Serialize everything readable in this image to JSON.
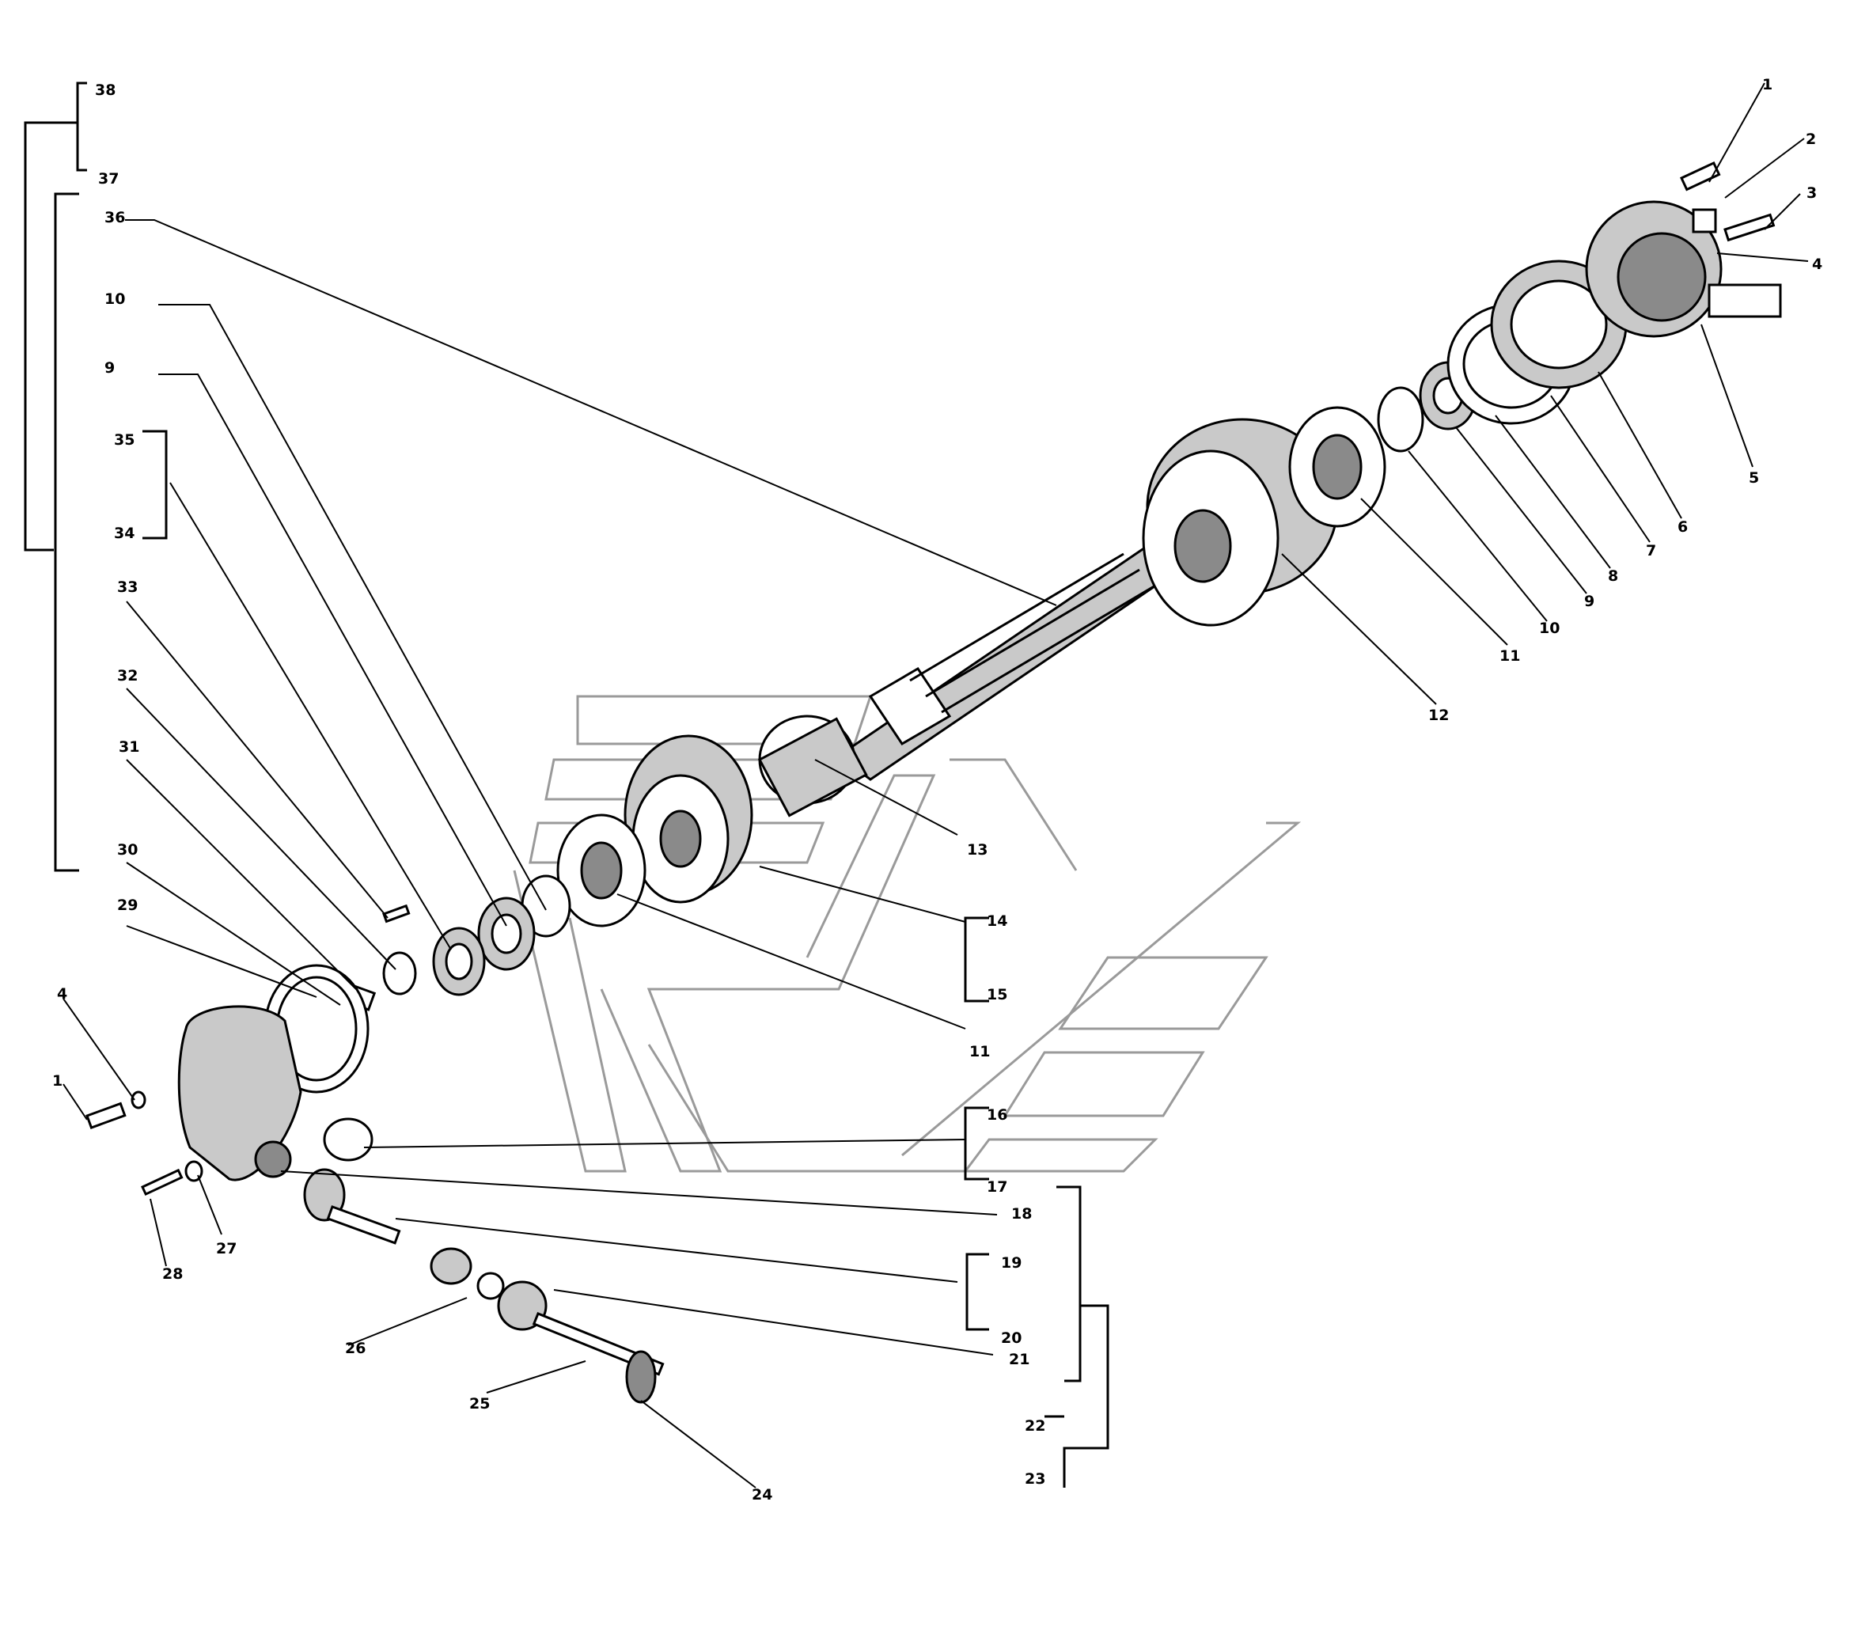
{
  "callouts": [
    {
      "id": "c38",
      "text": "38"
    },
    {
      "id": "c37",
      "text": "37"
    },
    {
      "id": "c36",
      "text": "36"
    },
    {
      "id": "c10-left",
      "text": "10"
    },
    {
      "id": "c9-left",
      "text": "9"
    },
    {
      "id": "c35",
      "text": "35"
    },
    {
      "id": "c34",
      "text": "34"
    },
    {
      "id": "c33",
      "text": "33"
    },
    {
      "id": "c32",
      "text": "32"
    },
    {
      "id": "c31",
      "text": "31"
    },
    {
      "id": "c30",
      "text": "30"
    },
    {
      "id": "c29",
      "text": "29"
    },
    {
      "id": "c4-left",
      "text": "4"
    },
    {
      "id": "c1-left",
      "text": "1"
    },
    {
      "id": "c28",
      "text": "28"
    },
    {
      "id": "c27",
      "text": "27"
    },
    {
      "id": "c26",
      "text": "26"
    },
    {
      "id": "c25",
      "text": "25"
    },
    {
      "id": "c24",
      "text": "24"
    },
    {
      "id": "c1-right",
      "text": "1"
    },
    {
      "id": "c2",
      "text": "2"
    },
    {
      "id": "c3",
      "text": "3"
    },
    {
      "id": "c4-right",
      "text": "4"
    },
    {
      "id": "c5",
      "text": "5"
    },
    {
      "id": "c6",
      "text": "6"
    },
    {
      "id": "c7",
      "text": "7"
    },
    {
      "id": "c8",
      "text": "8"
    },
    {
      "id": "c9-right",
      "text": "9"
    },
    {
      "id": "c10-right",
      "text": "10"
    },
    {
      "id": "c11-top",
      "text": "11"
    },
    {
      "id": "c12",
      "text": "12"
    },
    {
      "id": "c13",
      "text": "13"
    },
    {
      "id": "c14",
      "text": "14"
    },
    {
      "id": "c15",
      "text": "15"
    },
    {
      "id": "c11-mid",
      "text": "11"
    },
    {
      "id": "c16",
      "text": "16"
    },
    {
      "id": "c17",
      "text": "17"
    },
    {
      "id": "c18",
      "text": "18"
    },
    {
      "id": "c19",
      "text": "19"
    },
    {
      "id": "c20",
      "text": "20"
    },
    {
      "id": "c21",
      "text": "21"
    },
    {
      "id": "c22",
      "text": "22"
    },
    {
      "id": "c23",
      "text": "23"
    }
  ]
}
